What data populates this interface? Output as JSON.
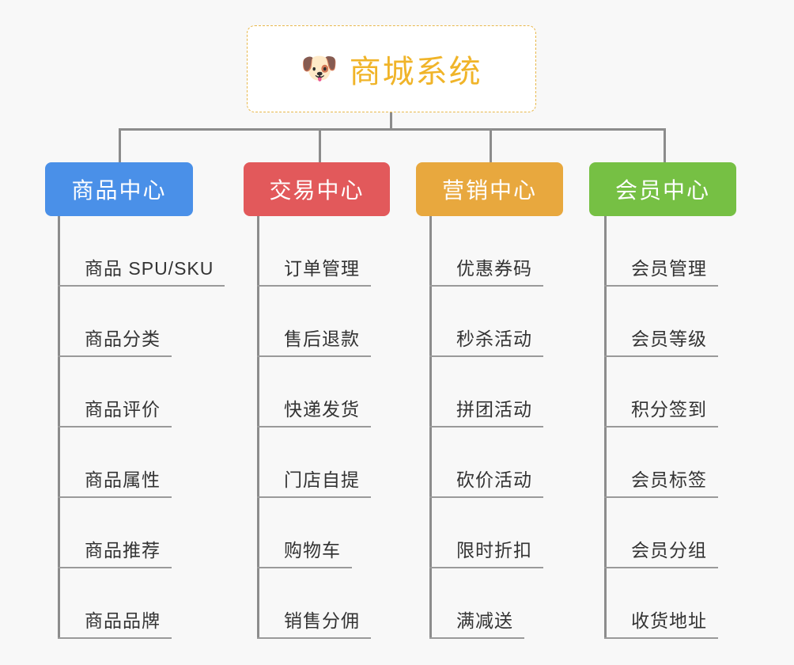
{
  "page": {
    "background_color": "#f8f8f8",
    "line_color": "#8c8c8c",
    "leaf_text_color": "#333333",
    "leaf_underline_color": "#9a9a9a"
  },
  "root": {
    "icon": "dog-face-emoji",
    "icon_glyph": "🐶",
    "title": "商城系统",
    "title_color": "#f0b429",
    "border_color": "#e8b84b",
    "background_color": "#ffffff"
  },
  "branches": [
    {
      "label": "商品中心",
      "color": "#4a90e8",
      "items": [
        "商品 SPU/SKU",
        "商品分类",
        "商品评价",
        "商品属性",
        "商品推荐",
        "商品品牌"
      ]
    },
    {
      "label": "交易中心",
      "color": "#e2595b",
      "items": [
        "订单管理",
        "售后退款",
        "快递发货",
        "门店自提",
        "购物车",
        "销售分佣"
      ]
    },
    {
      "label": "营销中心",
      "color": "#e8a83e",
      "items": [
        "优惠券码",
        "秒杀活动",
        "拼团活动",
        "砍价活动",
        "限时折扣",
        "满减送"
      ]
    },
    {
      "label": "会员中心",
      "color": "#76c044",
      "items": [
        "会员管理",
        "会员等级",
        "积分签到",
        "会员标签",
        "会员分组",
        "收货地址"
      ]
    }
  ]
}
